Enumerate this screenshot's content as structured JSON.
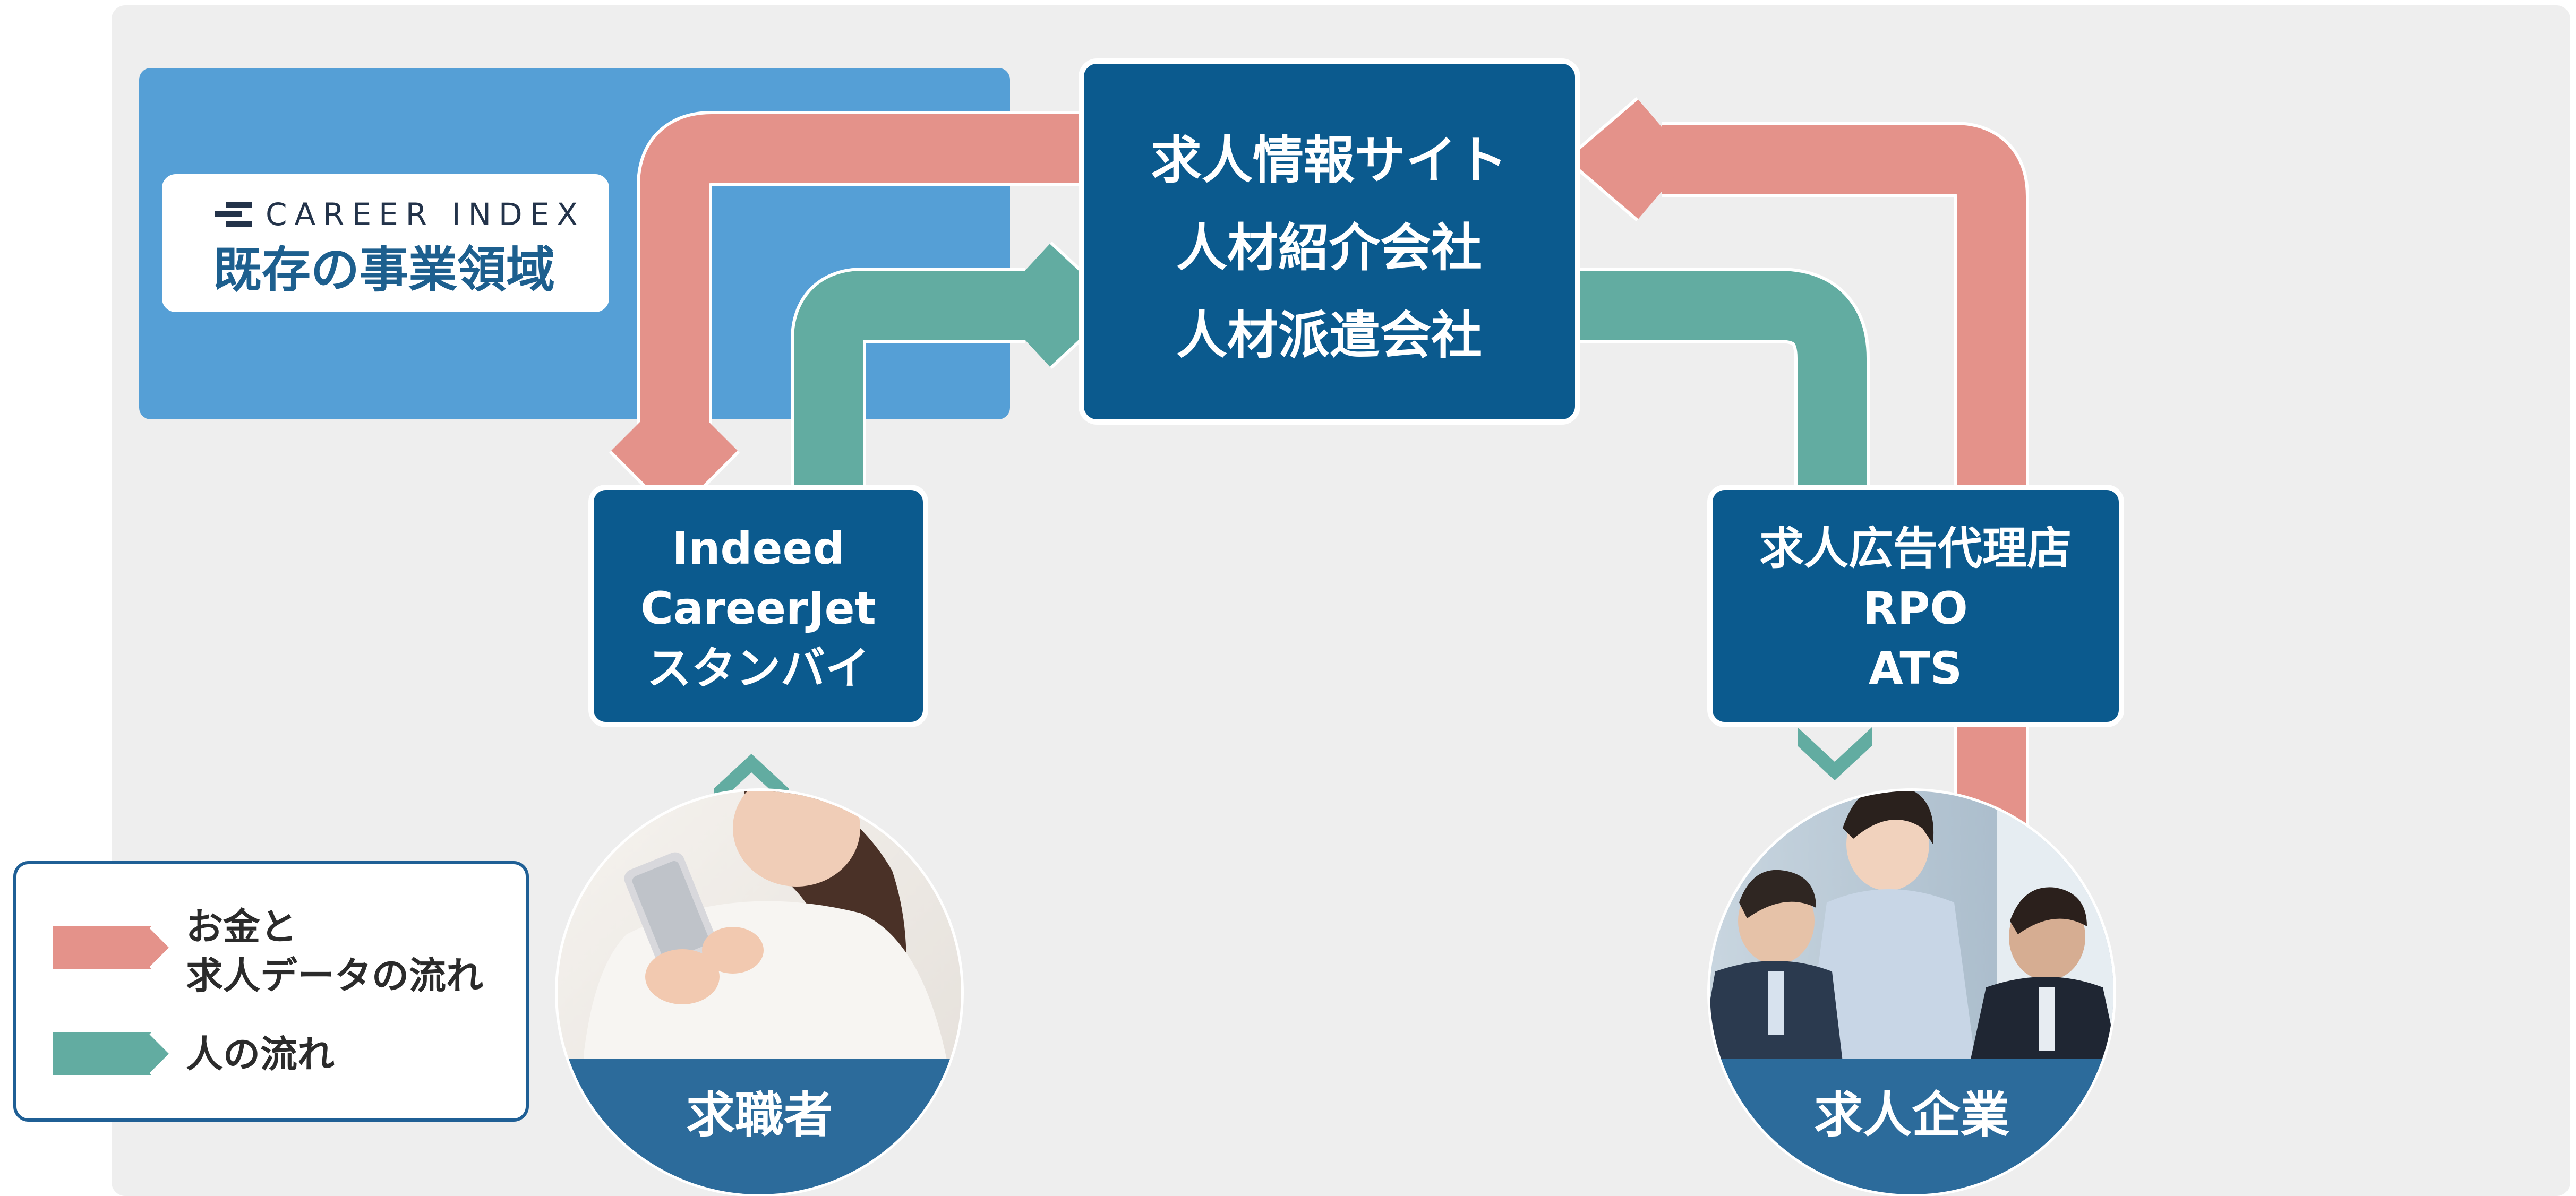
{
  "colors": {
    "panel_bg": "#eeeeee",
    "existing_area": "#559fd6",
    "node_box": "#0b5a8e",
    "money_flow": "#e4928a",
    "people_flow": "#62aca1",
    "circle_band": "#2c6b9b",
    "text_dark": "#2b2b2b"
  },
  "badge": {
    "logo_icon": "career-index-logo-icon",
    "logo_text": "CAREER INDEX",
    "title": "既存の事業領域"
  },
  "center_box": {
    "line1": "求人情報サイト",
    "line2": "人材紹介会社",
    "line3": "人材派遣会社"
  },
  "left_box": {
    "line1": "Indeed",
    "line2": "CareerJet",
    "line3": "スタンバイ"
  },
  "right_box": {
    "line1": "求人広告代理店",
    "line2": "RPO",
    "line3": "ATS"
  },
  "job_seeker": {
    "label": "求職者",
    "photo": "woman-with-smartphone-photo"
  },
  "employer": {
    "label": "求人企業",
    "photo": "business-team-photo"
  },
  "legend": {
    "money_line1": "お金と",
    "money_line2": "求人データの流れ",
    "people": "人の流れ"
  }
}
